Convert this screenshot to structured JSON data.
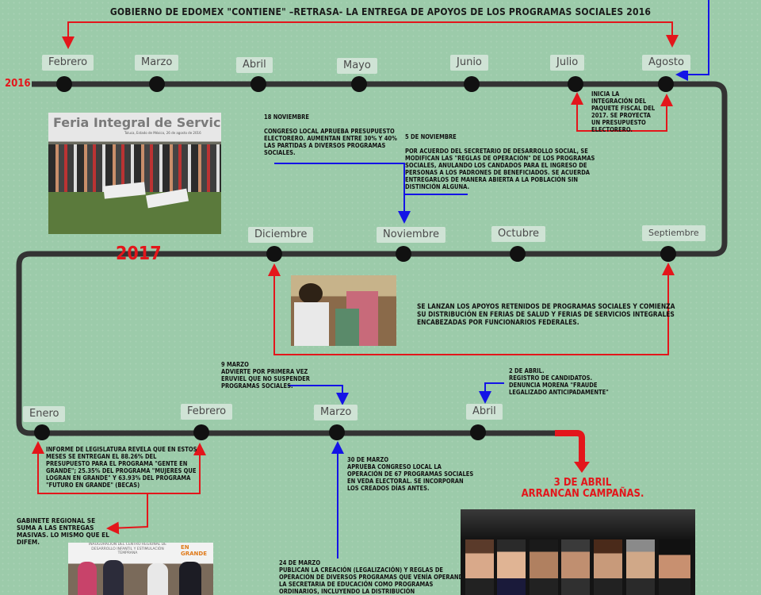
{
  "title": "GOBIERNO DE EDOMEX \"CONTIENE\" –RETRASA- LA ENTREGA DE APOYOS DE LOS PROGRAMAS SOCIALES 2016",
  "years": {
    "y2016": "2016",
    "y2017": "2017"
  },
  "row1_months": [
    "Febrero",
    "Marzo",
    "Abril",
    "Mayo",
    "Junio",
    "Julio",
    "Agosto"
  ],
  "row2_months": [
    "Diciembre",
    "Noviembre",
    "Octubre",
    "Septiembre"
  ],
  "row3_months": [
    "Enero",
    "Febrero",
    "Marzo",
    "Abril"
  ],
  "notes": {
    "julio": "INICIA LA INTEGRACIÓN DEL PAQUETE FISCAL DEL 2017. SE PROYECTA UN PRESUPUESTO ELECTORERO.",
    "nov18": "18 NOVIEMBRE\n\nCONGRESO LOCAL APRUEBA PRESUPUESTO ELECTORERO. AUMENTAN ENTRE 30% Y 40% LAS PARTIDAS A DIVERSOS PROGRAMAS SOCIALES.",
    "nov5": "5 DE NOVIEMBRE\n\nPOR ACUERDO DEL SECRETARIO DE DESARROLLO SOCIAL, SE MODIFICAN  LAS \"REGLAS DE OPERACIÓN\" DE LOS PROGRAMAS SOCIALES, ANULANDO LOS CANDADOS PARA EL INGRESO DE PERSONAS A LOS PADRONES DE BENEFICIADOS. SE ACUERDA ENTREGARLOS DE MANERA ABIERTA A LA POBLACIÓN SIN DISTINCIÓN ALGUNA.",
    "sept": "SE LANZAN LOS APOYOS RETENIDOS DE PROGRAMAS SOCIALES Y COMIENZA SU DISTRIBUCIÓN EN FERIAS DE SALUD Y FERIAS DE SERVICIOS INTEGRALES ENCABEZADAS POR FUNCIONARIOS FEDERALES.",
    "mar9": "9 MARZO\nADVIERTE POR PRIMERA VEZ ERUVIEL QUE NO SUSPENDER PROGRAMAS SOCIALES.",
    "abr2": "2 DE ABRIL.\nREGISTRO DE CANDIDATOS.\nDENUNCIA MORENA \"FRAUDE LEGALIZADO ANTICIPADAMENTE\"",
    "informe": "INFORME DE LEGISLATURA REVELA QUE EN ESTOS MESES SE ENTREGAN EL 88.26% DEL PRESUPUESTO PARA EL PROGRAMA \"GENTE EN GRANDE\";  25.35% DEL PROGRAMA \"MUJERES QUE LOGRAN EN GRANDE\" Y 63.93% DEL PROGRAMA \"FUTURO EN GRANDE\" (BECAS)",
    "mar30": "30 DE MARZO\nAPRUEBA CONGRESO LOCAL LA OPERACIÓN DE 67 PROGRAMAS SOCIALES EN VEDA ELECTORAL. SE INCORPORAN LOS CREADOS DÍAS ANTES.",
    "gabinete": "GABINETE REGIONAL SE SUMA A LAS ENTREGAS MASIVAS. LO MISMO QUE EL DIFEM.",
    "mar24": "24 DE MARZO\nPUBLICAN LA CREACIÓN (LEGALIZACIÓN) Y REGLAS DE OPERACIÓN DE DIVERSOS PROGRAMAS QUE VENÍA OPERANDO LA SECRETARIA DE EDUCACIÓN COMO PROGRAMAS ORDINARIOS, INCLUYENDO LA DISTRIBUCIÓN"
  },
  "campaign": {
    "line1": "3 DE ABRIL",
    "line2": "ARRANCAN CAMPAÑAS."
  },
  "photos": {
    "feria_title": "Feria Integral de Servicios",
    "feria_sub": "Toluca, Estado de México, 26 de agosto de 2016",
    "centro_banner": "INAUGURACIÓN DEL CENTRO REGIONAL DE DESARROLLO INFANTIL Y ESTIMULACIÓN TEMPRANA",
    "centro_logo": "EN GRANDE"
  },
  "colors": {
    "red": "#e3161b",
    "blue": "#1414e6",
    "track": "#333333",
    "background": "#9ccbaa"
  }
}
